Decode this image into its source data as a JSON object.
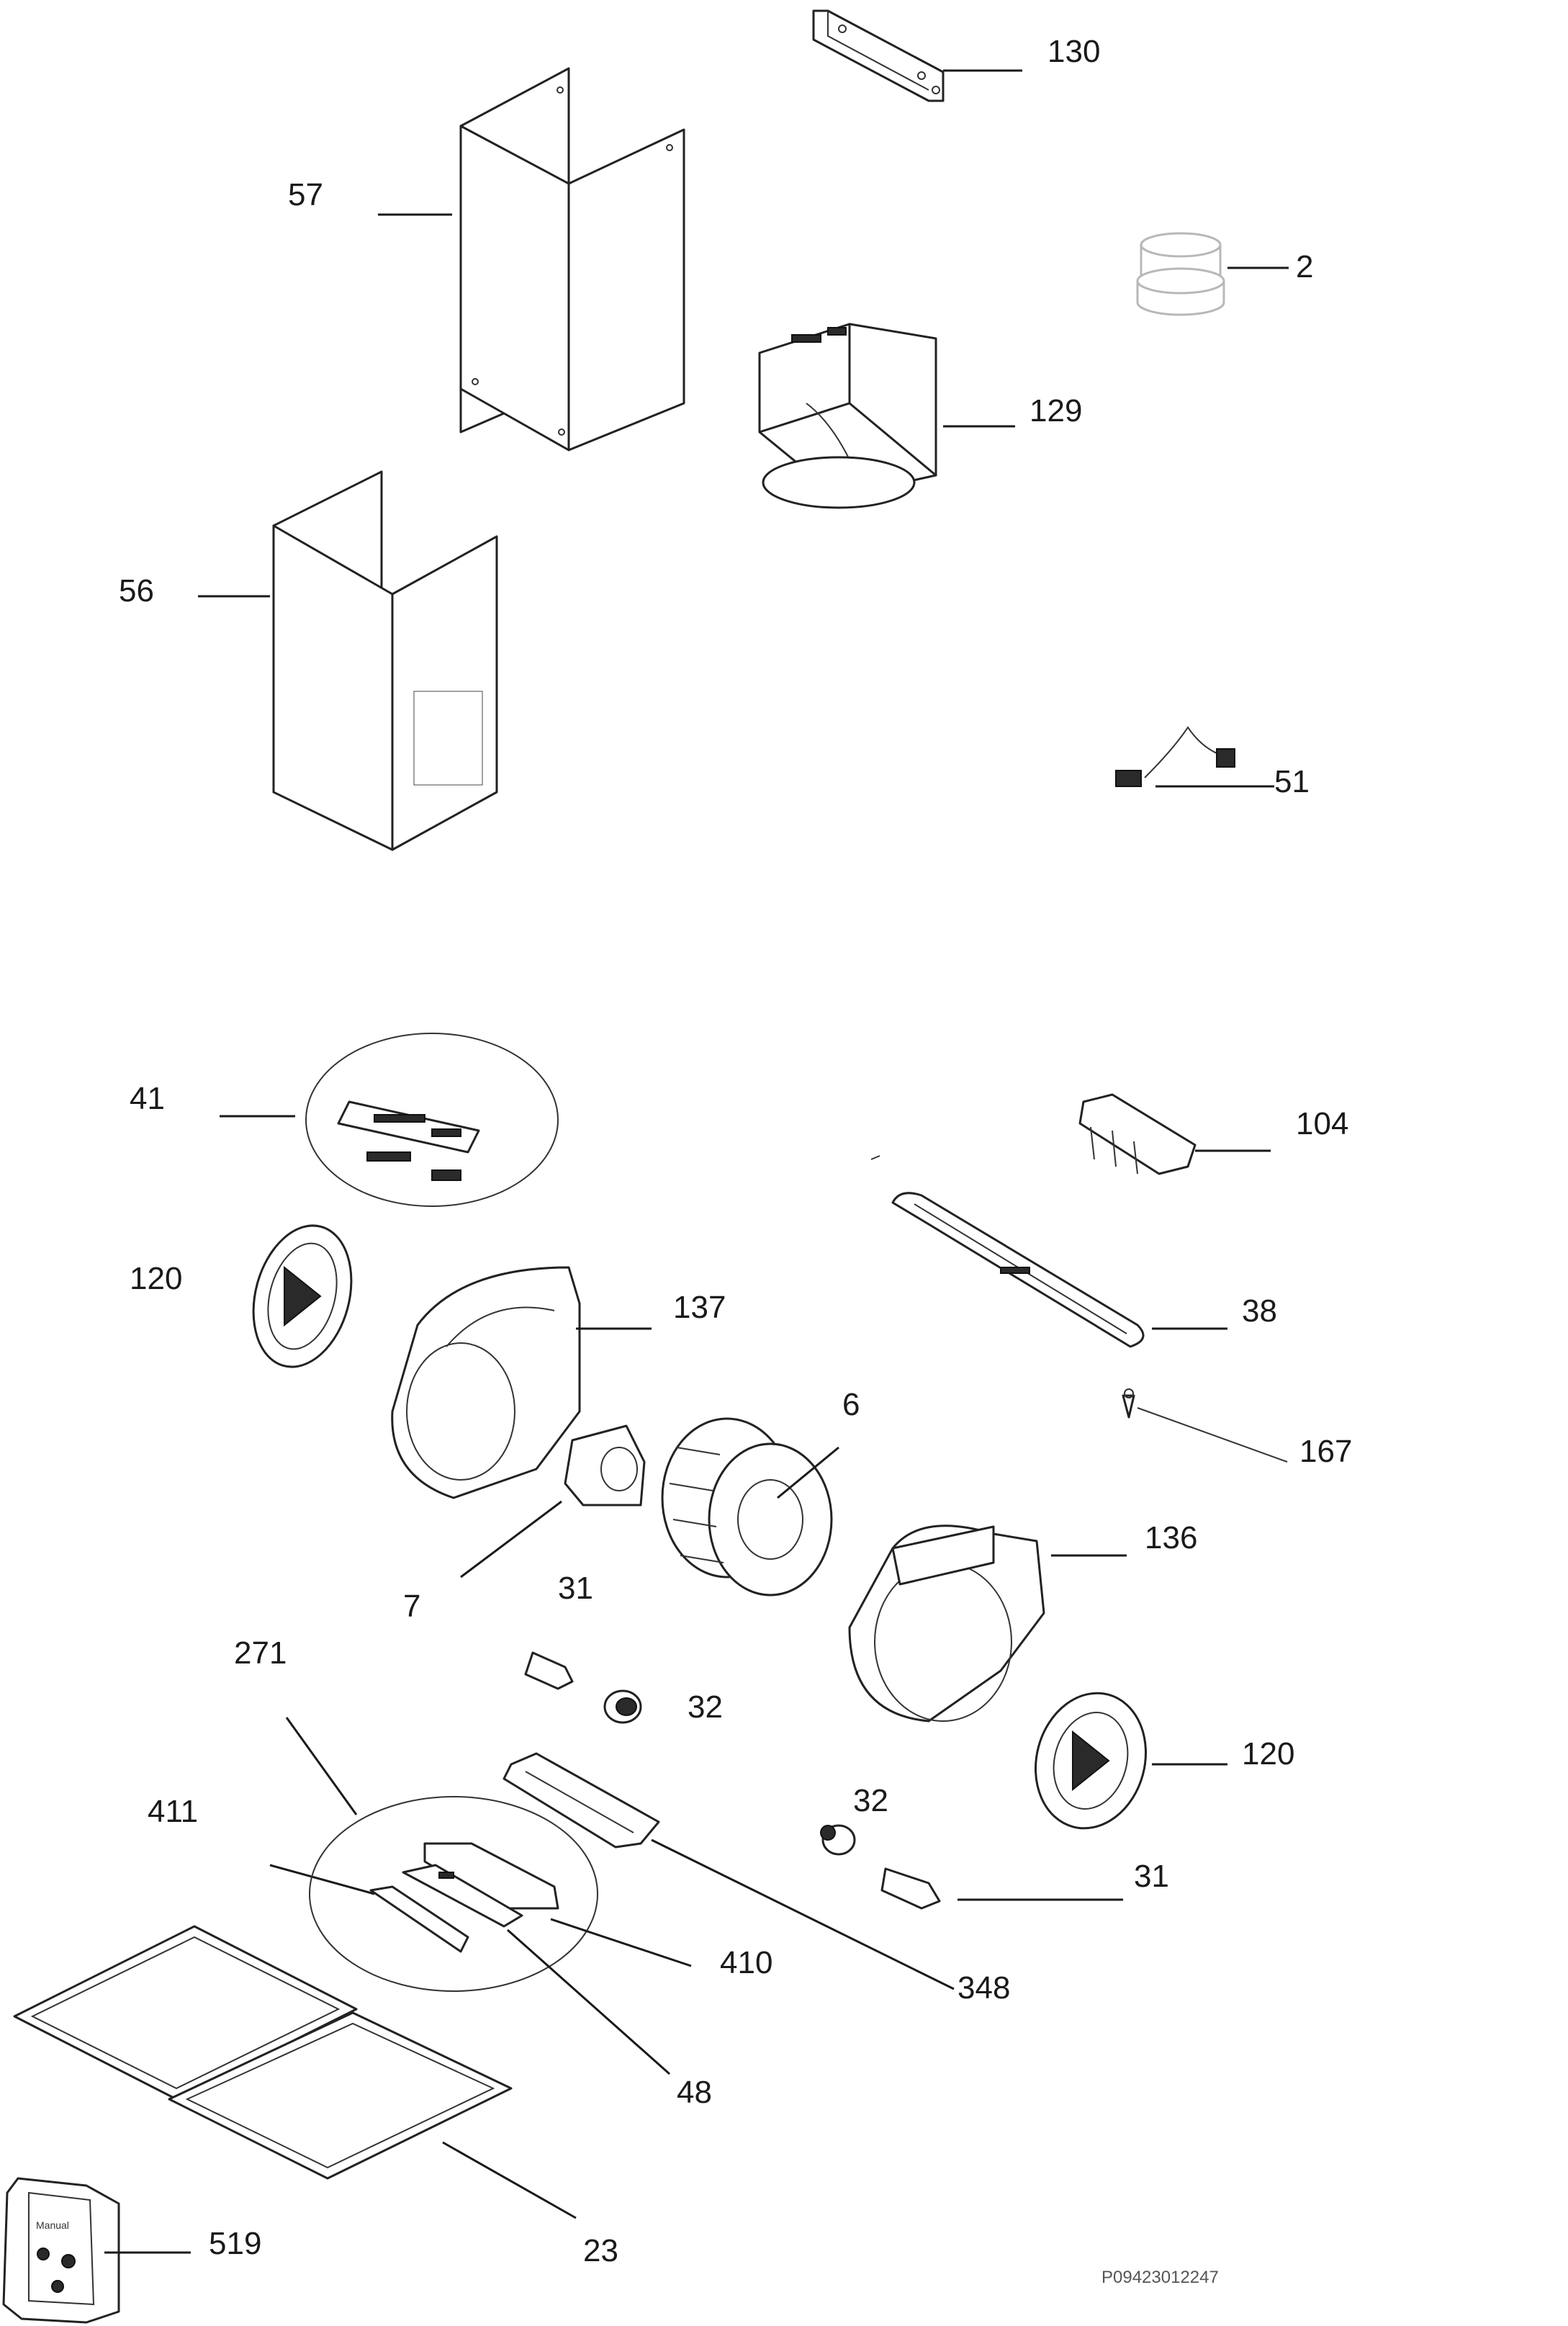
{
  "colors": {
    "line": "#1a1a1a",
    "part_stroke": "#222222",
    "faded_part": "#b8b8b8",
    "doc_code": "#555555"
  },
  "parts": {
    "p130": "130",
    "p57": "57",
    "p2": "2",
    "p129": "129",
    "p56": "56",
    "p51": "51",
    "p41": "41",
    "p104": "104",
    "p120a": "120",
    "p137": "137",
    "p38": "38",
    "p6": "6",
    "p167": "167",
    "p7": "7",
    "p31a": "31",
    "p136": "136",
    "p271": "271",
    "p32a": "32",
    "p120b": "120",
    "p411": "411",
    "p32b": "32",
    "p31b": "31",
    "p410": "410",
    "p348": "348",
    "p48": "48",
    "p23": "23",
    "p519": "519"
  },
  "manual_text": "Manual",
  "document_code": "P09423012247"
}
